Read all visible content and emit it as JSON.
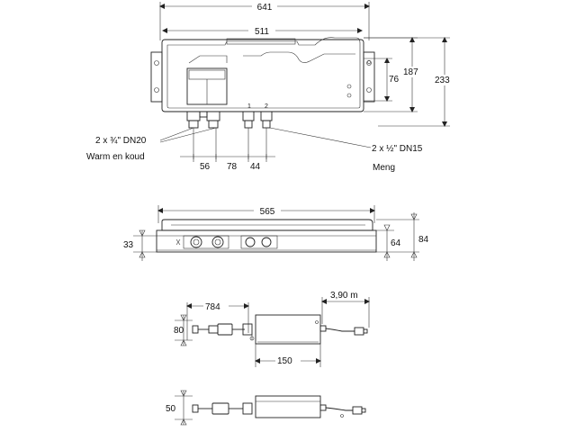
{
  "dimensions": {
    "top_width_outer": "641",
    "top_width_inner": "511",
    "top_height_small": "76",
    "top_height_mid": "187",
    "top_height_total": "233",
    "spacing_a": "56",
    "spacing_b": "78",
    "spacing_c": "44",
    "side_length": "565",
    "side_height_left": "33",
    "side_height_mid": "64",
    "side_height_total": "84",
    "cable_length": "784",
    "cable_height": "80",
    "cable_right": "3,90 m",
    "box_length": "150",
    "bottom_height": "50"
  },
  "labels": {
    "inlet_spec": "2 x ¾\" DN20",
    "inlet_desc": "Warm en koud",
    "outlet_spec": "2 x ½\" DN15",
    "outlet_desc": "Meng",
    "port_1": "1",
    "port_2": "2"
  }
}
